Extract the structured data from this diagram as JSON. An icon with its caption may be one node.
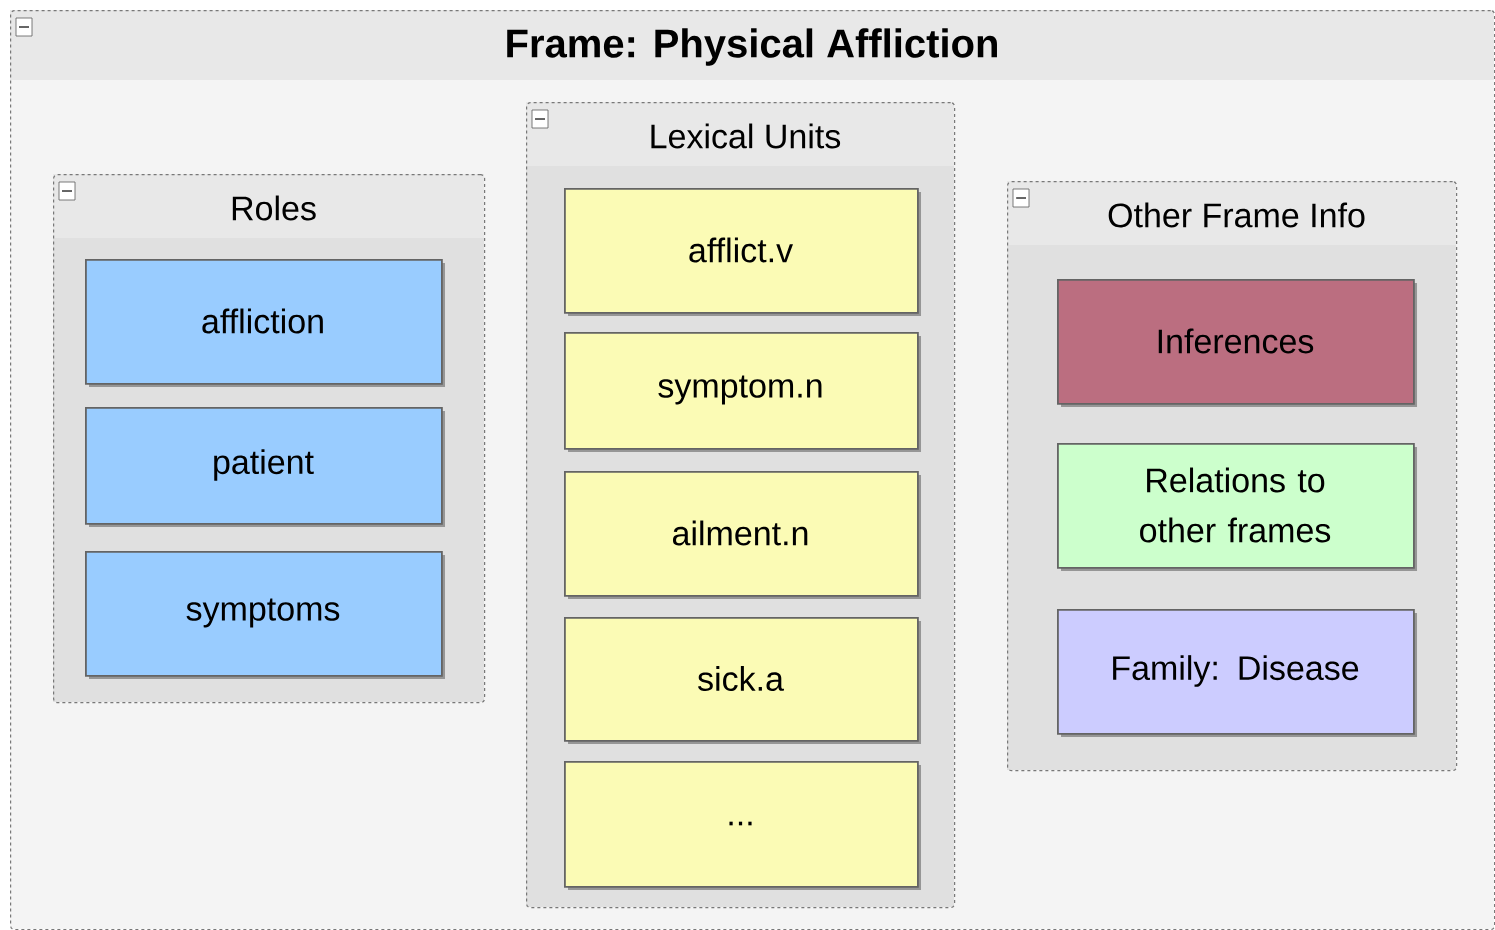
{
  "diagram": {
    "nodes": [
      {
        "text": [
          "Frame:  Physical Affliction"
        ]
      },
      {
        "text": [
          "Roles"
        ],
        "in": 0
      },
      {
        "text": [
          "affliction"
        ],
        "in": 1
      },
      {
        "text": [
          "patient"
        ],
        "in": 1
      },
      {
        "text": [
          "symptoms"
        ],
        "in": 1
      },
      {
        "text": [
          "Lexical Units"
        ],
        "in": 0
      },
      {
        "text": [
          "afflict.v"
        ],
        "in": 5
      },
      {
        "text": [
          "symptom.n"
        ],
        "in": 5
      },
      {
        "text": [
          "ailment.n"
        ],
        "in": 5
      },
      {
        "text": [
          "sick.a"
        ],
        "in": 5
      },
      {
        "text": [
          "..."
        ],
        "in": 5
      },
      {
        "text": [
          "Other Frame Info"
        ],
        "in": 0
      },
      {
        "text": [
          "Inferences"
        ],
        "in": 11
      },
      {
        "text": [
          "Relations to other frames"
        ],
        "in": 11
      },
      {
        "text": [
          "Family: Disease"
        ],
        "in": 11
      }
    ]
  }
}
